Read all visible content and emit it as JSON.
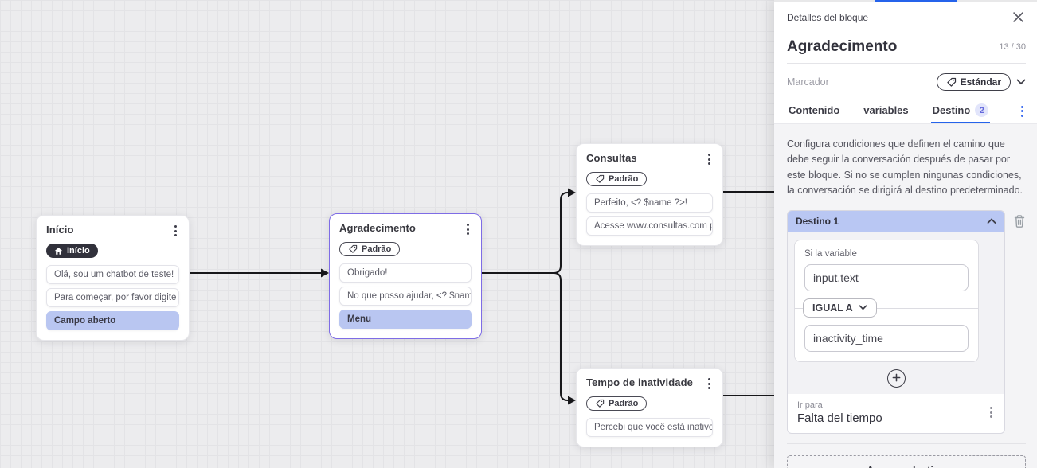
{
  "canvas": {
    "nodes": [
      {
        "title": "Início",
        "badge": {
          "style": "dark",
          "icon": "home-icon",
          "label": "Início"
        },
        "items": [
          {
            "text": "Olá, sou um chatbot de teste!",
            "highlight": false
          },
          {
            "text": "Para começar, por favor digite o ...",
            "highlight": false
          },
          {
            "text": "Campo aberto",
            "highlight": true
          }
        ]
      },
      {
        "title": "Agradecimento",
        "badge": {
          "style": "outline",
          "icon": "tag-icon",
          "label": "Padrão"
        },
        "items": [
          {
            "text": "Obrigado!",
            "highlight": false
          },
          {
            "text": "No que posso ajudar, <? $name ...",
            "highlight": false
          },
          {
            "text": "Menu",
            "highlight": true
          }
        ],
        "selected": true
      },
      {
        "title": "Consultas",
        "badge": {
          "style": "outline",
          "icon": "tag-icon",
          "label": "Padrão"
        },
        "items": [
          {
            "text": "Perfeito, <? $name ?>!",
            "highlight": false
          },
          {
            "text": "Acesse www.consultas.com par...",
            "highlight": false
          }
        ]
      },
      {
        "title": "Tempo de inatividade",
        "badge": {
          "style": "outline",
          "icon": "tag-icon",
          "label": "Padrão"
        },
        "items": [
          {
            "text": "Percebi que você está inativo. C...",
            "highlight": false
          }
        ]
      }
    ]
  },
  "panel": {
    "header": {
      "title": "Detalles del bloque"
    },
    "block": {
      "name": "Agradecimento",
      "counter": "13 / 30"
    },
    "marker": {
      "label": "Marcador",
      "value": "Estándar"
    },
    "tabs": [
      {
        "label": "Contenido",
        "active": false
      },
      {
        "label": "variables",
        "active": false
      },
      {
        "label": "Destino",
        "badge": "2",
        "active": true
      }
    ],
    "description": "Configura condiciones que definen el camino que debe seguir la conversación después de pasar por este bloque. Si no se cumplen ningunas condiciones, la conversación se dirigirá al destino predeterminado.",
    "destination": {
      "title": "Destino 1",
      "condition_label": "Si la variable",
      "variable_value": "input.text",
      "operator": "IGUAL A",
      "compare_value": "inactivity_time",
      "goto_label": "Ir para",
      "goto_value": "Falta del tiempo"
    },
    "add_button_label": "Agregar destino"
  },
  "colors": {
    "accent_blue": "#2563eb",
    "selection_purple": "#7e6ce6",
    "item_highlight": "#b9c6f1",
    "destino_header": "#b9c7f3",
    "edge": "#17171a"
  }
}
